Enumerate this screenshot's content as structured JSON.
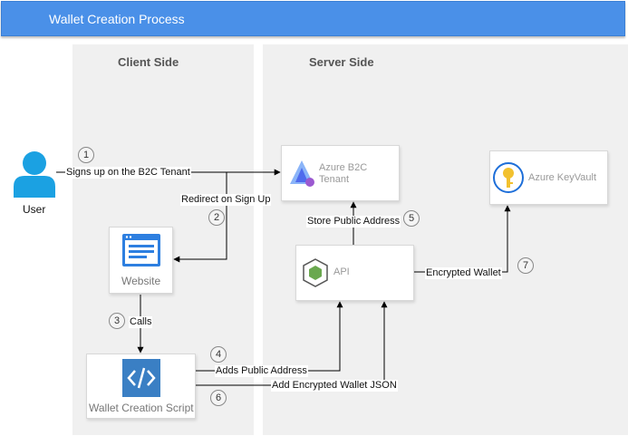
{
  "header": {
    "title": "Wallet Creation Process"
  },
  "colors": {
    "header": "#4a90e8",
    "lane": "#f0f0f0",
    "user": "#1ba1e2",
    "website": "#2d7fe0",
    "script": "#3a7fc4",
    "api": "#6aa84f",
    "keyvault": "#f2c12e"
  },
  "lanes": {
    "client": "Client Side",
    "server": "Server Side"
  },
  "actors": {
    "user": "User"
  },
  "nodes": {
    "b2c_line1": "Azure B2C",
    "b2c_line2": "Tenant",
    "keyvault": "Azure KeyVault",
    "website": "Website",
    "api": "API",
    "script": "Wallet Creation Script"
  },
  "edges": [
    {
      "step": "1",
      "label": "Signs up on the B2C Tenant"
    },
    {
      "step": "2",
      "label": "Redirect on Sign Up"
    },
    {
      "step": "3",
      "label": "Calls"
    },
    {
      "step": "4",
      "label": "Adds Public Address"
    },
    {
      "step": "5",
      "label": "Store Public Address"
    },
    {
      "step": "6",
      "label": "Add Encrypted Wallet JSON"
    },
    {
      "step": "7",
      "label": "Encrypted Wallet"
    }
  ]
}
